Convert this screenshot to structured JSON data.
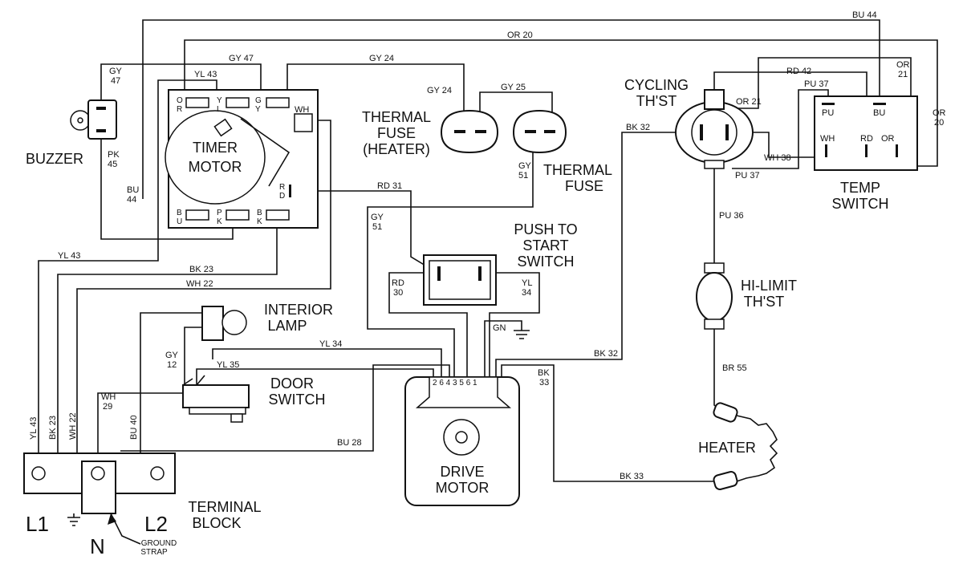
{
  "components": {
    "buzzer": "BUZZER",
    "timer_motor": [
      "TIMER",
      "MOTOR"
    ],
    "thermal_fuse_heater": [
      "THERMAL",
      "FUSE",
      "(HEATER)"
    ],
    "thermal_fuse": [
      "THERMAL",
      "FUSE"
    ],
    "cycling_thst": [
      "CYCLING",
      "TH'ST"
    ],
    "temp_switch": [
      "TEMP",
      "SWITCH"
    ],
    "push_to_start": [
      "PUSH TO",
      "START",
      "SWITCH"
    ],
    "hi_limit": [
      "HI-LIMIT",
      "TH'ST"
    ],
    "interior_lamp": [
      "INTERIOR",
      "LAMP"
    ],
    "door_switch": [
      "DOOR",
      "SWITCH"
    ],
    "drive_motor": [
      "DRIVE",
      "MOTOR"
    ],
    "heater": "HEATER",
    "terminal_block": [
      "TERMINAL",
      "BLOCK"
    ],
    "ground_strap": [
      "GROUND",
      "STRAP"
    ]
  },
  "terminals": {
    "L1": "L1",
    "N": "N",
    "L2": "L2"
  },
  "timer_terminals": {
    "or": [
      "O",
      "R"
    ],
    "yl": [
      "Y",
      "L"
    ],
    "gy": [
      "G",
      "Y"
    ],
    "wh": "WH",
    "rd": [
      "R",
      "D"
    ],
    "bu": [
      "B",
      "U"
    ],
    "pk": [
      "P",
      "K"
    ],
    "bk": [
      "B",
      "K"
    ]
  },
  "temp_switch_terminals": {
    "pu": "PU",
    "bu": "BU",
    "wh": "WH",
    "rd": "RD",
    "or": "OR"
  },
  "motor_pins": "2 6 4 3  5 6 1",
  "ground_label": "GN",
  "wire_labels": {
    "bu44_top": "BU 44",
    "or20_top": "OR 20",
    "gy47_top": "GY 47",
    "gy24_top": "GY 24",
    "gy47_side": [
      "GY",
      "47"
    ],
    "yl43_timer": "YL 43",
    "gy24_fuse": "GY 24",
    "gy25": "GY 25",
    "rd42": "RD 42",
    "or21_vert": [
      "OR",
      "21"
    ],
    "or20_vert": [
      "OR",
      "20"
    ],
    "pu37_top": "PU 37",
    "or21": "OR 21",
    "bk32_top": "BK 32",
    "wh38": "WH 38",
    "pu37_bot": "PU 37",
    "pk45": [
      "PK",
      "45"
    ],
    "bu44_side": [
      "BU",
      "44"
    ],
    "gy51_fuse": [
      "GY",
      "51"
    ],
    "rd31": "RD 31",
    "gy51_mid": [
      "GY",
      "51"
    ],
    "pu36": "PU 36",
    "yl43_left": "YL 43",
    "bk23_mid": "BK 23",
    "wh22_mid": "WH 22",
    "rd30": [
      "RD",
      "30"
    ],
    "yl34_right": [
      "YL",
      "34"
    ],
    "yl34_mid": "YL 34",
    "bk32_mid": "BK 32",
    "gy12": [
      "GY",
      "12"
    ],
    "yl35": "YL 35",
    "wh29": [
      "WH",
      "29"
    ],
    "bk33_vert": [
      "BK",
      "33"
    ],
    "br55": "BR 55",
    "yl43_vert": "YL 43",
    "bk23_vert": "BK 23",
    "wh22_vert": "WH 22",
    "bu40_vert": "BU 40",
    "bu28": "BU 28",
    "bk33_bot": "BK 33"
  }
}
